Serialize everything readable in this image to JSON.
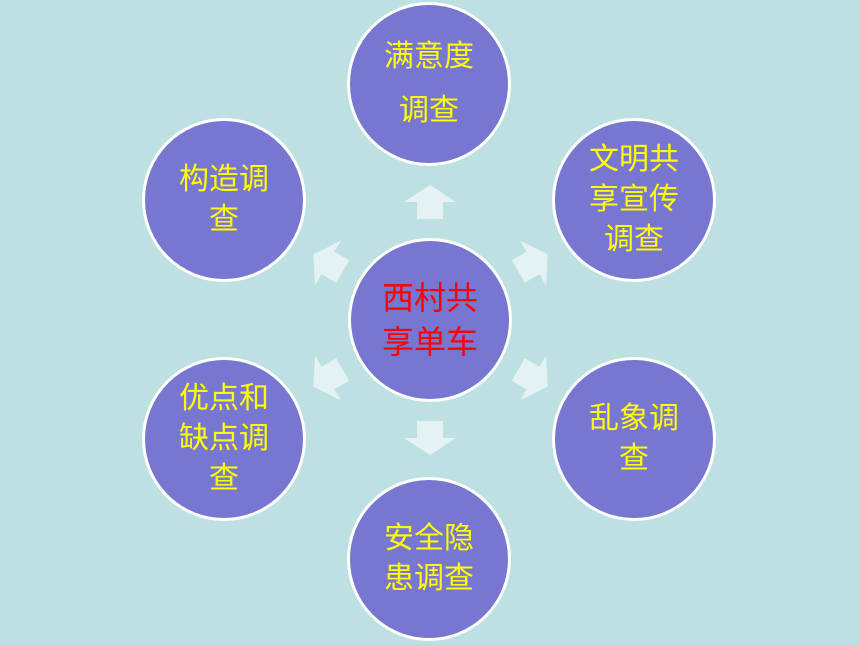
{
  "diagram": {
    "center": {
      "label": "西村共\n享单车"
    },
    "nodes": [
      {
        "id": "satisfaction",
        "label": "满意度\n调查"
      },
      {
        "id": "civilization",
        "label": "文明共\n享宣传\n调查"
      },
      {
        "id": "chaos",
        "label": "乱象调\n查"
      },
      {
        "id": "safety",
        "label": "安全隐\n患调查"
      },
      {
        "id": "pros-cons",
        "label": "优点和\n缺点调\n查"
      },
      {
        "id": "structure",
        "label": "构造调\n查"
      }
    ]
  },
  "colors": {
    "background": "#bde0e2",
    "node_fill": "#7776d1",
    "node_border": "#ffffff",
    "node_text": "#ffff00",
    "center_text": "#ff0000",
    "arrow_fill": "#e4f2f3"
  }
}
